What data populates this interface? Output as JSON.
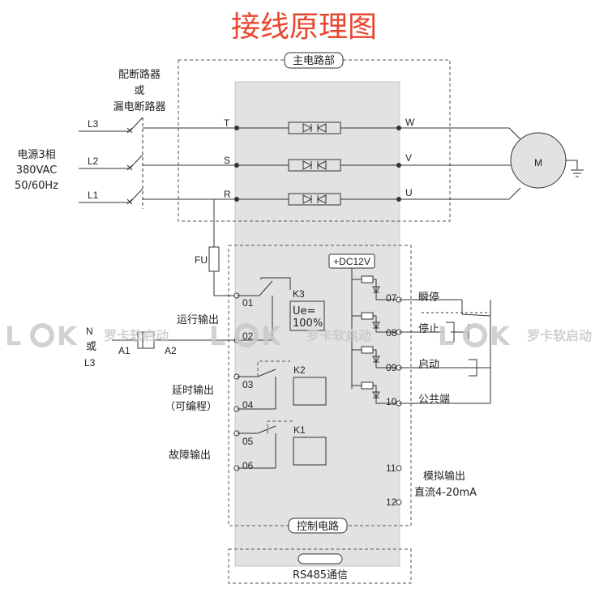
{
  "title": "接线原理图",
  "title_color": "#e8472f",
  "panel_color": "#e2e2e2",
  "main_circuit_label": "主电路部",
  "control_circuit_label": "控制电路",
  "breaker_label": [
    "配断路器",
    "或",
    "漏电断路器"
  ],
  "power_label": [
    "电源3相",
    "380VAC",
    "50/60Hz"
  ],
  "phases": [
    "L3",
    "L2",
    "L1"
  ],
  "inputs": [
    "T",
    "S",
    "R"
  ],
  "outputs": [
    "W",
    "V",
    "U"
  ],
  "motor_label": "M",
  "fuse_label": "FU",
  "supply_label": "+DC12V",
  "run_output_label": "运行输出",
  "neutral_label": [
    "N",
    "或",
    "L3"
  ],
  "coil_labels": [
    "A1",
    "A2"
  ],
  "relays": [
    "K3",
    "K2",
    "K1"
  ],
  "k3_detail": [
    "Ue=",
    "100%"
  ],
  "delay_output_label": [
    "延时输出",
    "（可编程）"
  ],
  "fault_output_label": "故障输出",
  "terminals_left": [
    "01",
    "02",
    "03",
    "04",
    "05",
    "06"
  ],
  "terminals_right": [
    "07",
    "08",
    "09",
    "10",
    "11",
    "12"
  ],
  "control_inputs": [
    "瞬停",
    "停止",
    "启动",
    "公共端"
  ],
  "analog_label": [
    "模拟输出",
    "直流4-20mA"
  ],
  "rs485_label": "RS485通信",
  "watermark_latin": "L",
  "watermark_latin_2": "K",
  "watermark_cjk": "罗卡软启动"
}
